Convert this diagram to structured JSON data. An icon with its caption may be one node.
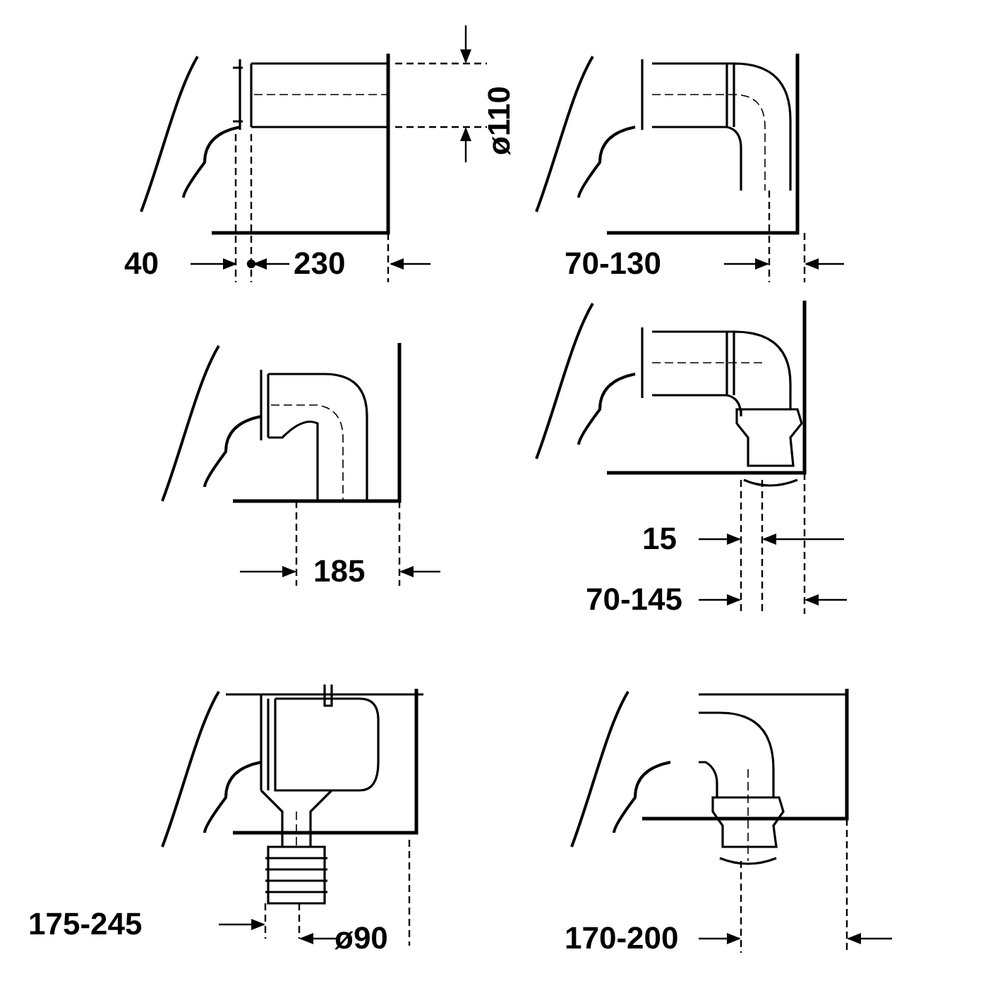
{
  "diagram": {
    "labels": [
      "ø110",
      "40",
      "230",
      "70-130",
      "185",
      "15",
      "70-145",
      "175-245",
      "ø90",
      "170-200"
    ]
  }
}
